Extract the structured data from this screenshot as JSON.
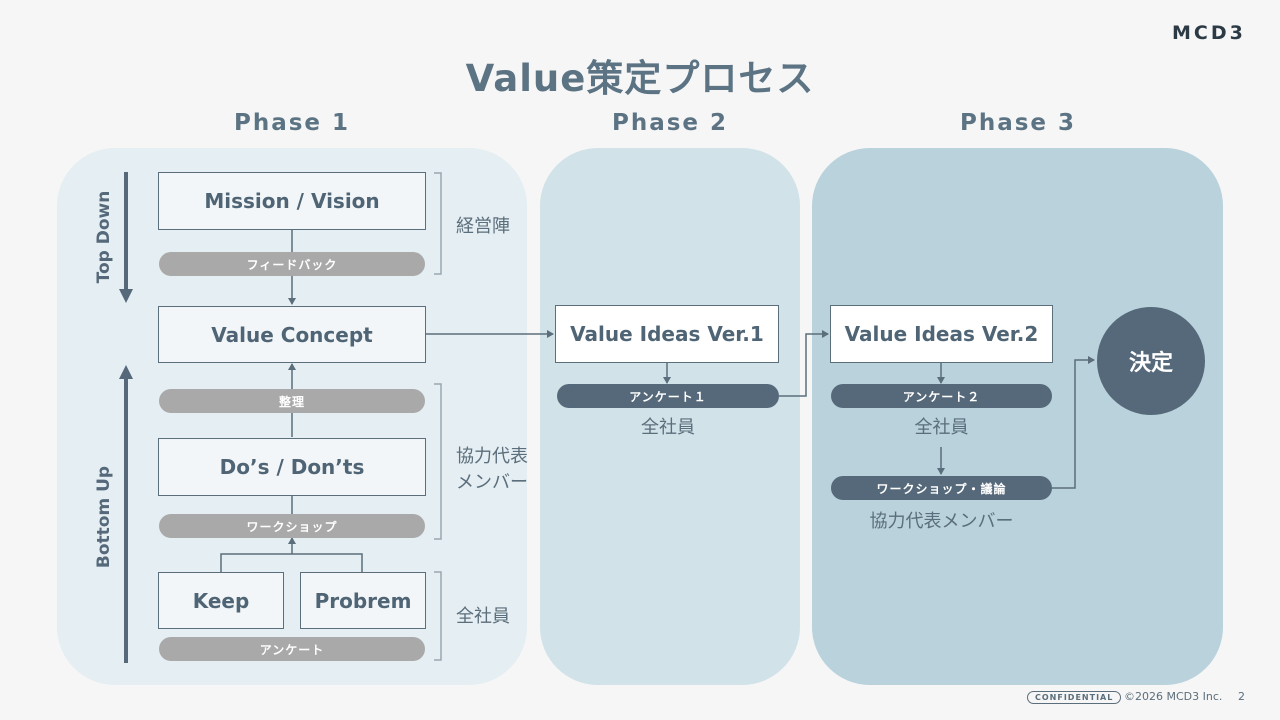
{
  "brand": "MCD3",
  "title": "Value策定プロセス",
  "phases": [
    "Phase 1",
    "Phase 2",
    "Phase 3"
  ],
  "axis": {
    "top_down": "Top Down",
    "bottom_up": "Bottom Up"
  },
  "phase1": {
    "mission_vision": "Mission / Vision",
    "feedback": "フィードバック",
    "management": "経営陣",
    "value_concept": "Value Concept",
    "organize": "整理",
    "dos_donts": "Do’s / Don’ts",
    "workshop": "ワークショップ",
    "representatives_line1": "協力代表",
    "representatives_line2": "メンバー",
    "keep": "Keep",
    "problem": "Probrem",
    "survey": "アンケート",
    "all_employees": "全社員"
  },
  "phase2": {
    "value_ideas": "Value Ideas Ver.1",
    "survey": "アンケート１",
    "all_employees": "全社員"
  },
  "phase3": {
    "value_ideas": "Value Ideas Ver.2",
    "survey": "アンケート２",
    "all_employees": "全社員",
    "workshop_discussion": "ワークショップ・議論",
    "representatives": "協力代表メンバー",
    "decision": "決定"
  },
  "footer": {
    "confidential": "CONFIDENTIAL",
    "copyright": "©2026 MCD3 Inc.",
    "page": "2"
  }
}
